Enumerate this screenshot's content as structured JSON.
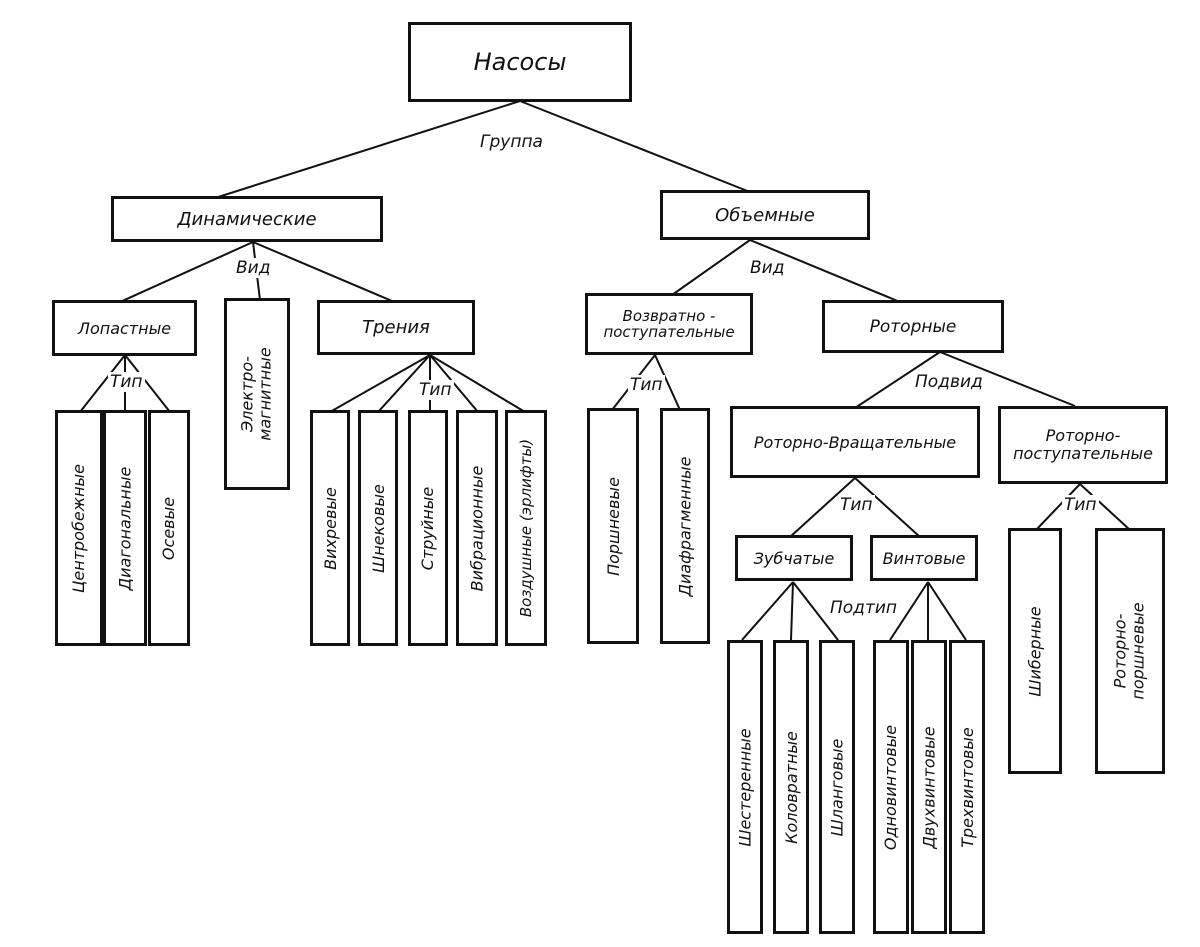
{
  "root": "Насосы",
  "group_label": "Группа",
  "dynamic": {
    "title": "Динамические",
    "vid_label": "Вид",
    "lopastnye": {
      "title": "Лопастные",
      "tip_label": "Тип",
      "types": [
        "Центробежные",
        "Диагональные",
        "Осевые"
      ]
    },
    "electromagnetic": "Электро-\nмагнитные",
    "friction": {
      "title": "Трения",
      "tip_label": "Тип",
      "types": [
        "Вихревые",
        "Шнековые",
        "Струйные",
        "Вибрационные",
        "Воздушные (эрлифты)"
      ]
    }
  },
  "volumetric": {
    "title": "Объемные",
    "vid_label": "Вид",
    "reciprocating": {
      "title": "Возвратно -\nпоступательные",
      "tip_label": "Тип",
      "types": [
        "Поршневые",
        "Диафрагменные"
      ]
    },
    "rotary": {
      "title": "Роторные",
      "podvid_label": "Подвид",
      "rot_vrash": {
        "title": "Роторно-Вращательные",
        "tip_label": "Тип",
        "gear": "Зубчатые",
        "screw": "Винтовые",
        "podtip_label": "Подтип",
        "gear_sub": [
          "Шестеренные",
          "Коловратные",
          "Шланговые"
        ],
        "screw_sub": [
          "Одновинтовые",
          "Двухвинтовые",
          "Трехвинтовые"
        ]
      },
      "rot_post": {
        "title": "Роторно-\nпоступательные",
        "tip_label": "Тип",
        "types": [
          "Шиберные",
          "Роторно-\nпоршневые"
        ]
      }
    }
  }
}
